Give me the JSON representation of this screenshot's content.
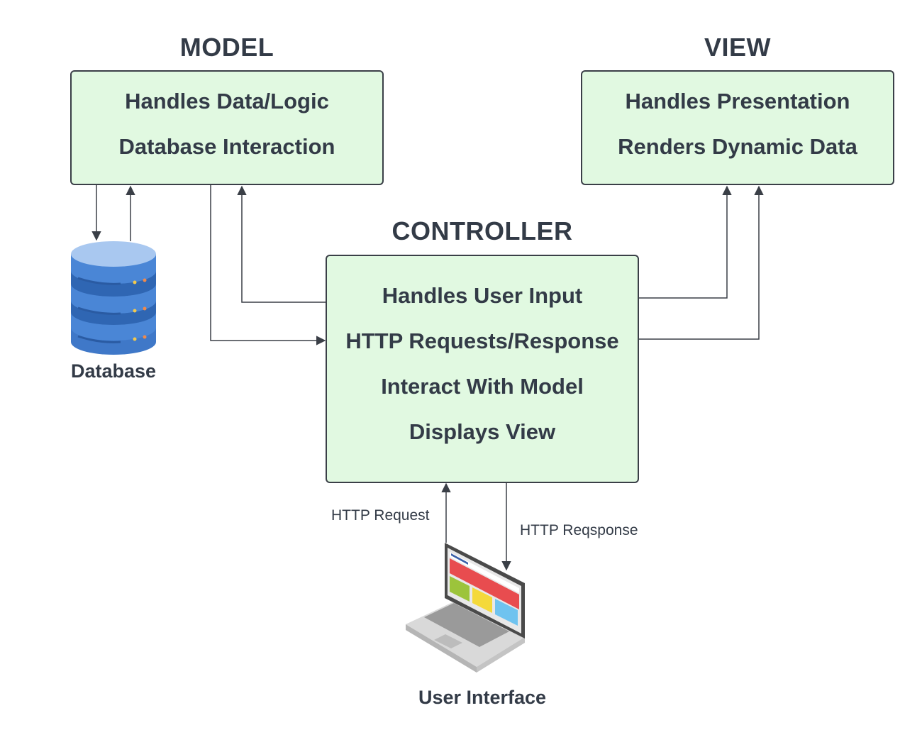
{
  "model": {
    "heading": "MODEL",
    "lines": [
      "Handles Data/Logic",
      "Database Interaction"
    ]
  },
  "view": {
    "heading": "VIEW",
    "lines": [
      "Handles Presentation",
      "Renders Dynamic Data"
    ]
  },
  "controller": {
    "heading": "CONTROLLER",
    "lines": [
      "Handles User Input",
      "HTTP Requests/Response",
      "Interact With Model",
      "Displays View"
    ]
  },
  "database": {
    "label": "Database",
    "icon": "database-icon"
  },
  "user_interface": {
    "label": "User Interface",
    "icon": "laptop-icon"
  },
  "connectors": {
    "http_request": "HTTP Request",
    "http_response": "HTTP Reqsponse"
  },
  "colors": {
    "box_fill": "#e1f9e1",
    "box_border": "#3a3f47",
    "text": "#333b47",
    "db_blue": "#4a86d6"
  }
}
